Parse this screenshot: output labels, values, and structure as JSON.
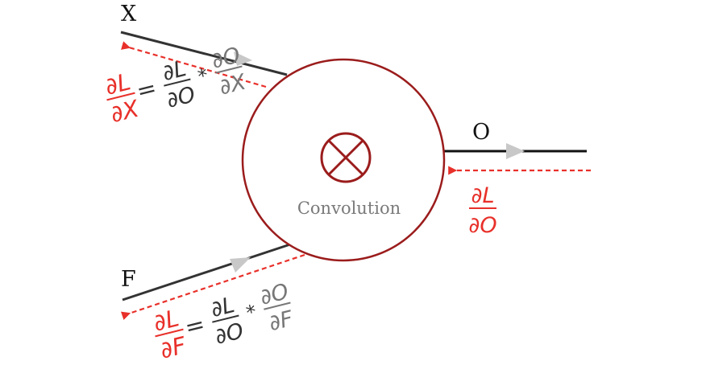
{
  "labels": {
    "input_x": "X",
    "input_f": "F",
    "output_o": "O"
  },
  "node": {
    "label": "Convolution",
    "operator": "⊗"
  },
  "gradients": {
    "output": {
      "num": "∂L",
      "den": "∂O"
    },
    "x": {
      "lhs": {
        "num": "∂L",
        "den": "∂X"
      },
      "equals": "=",
      "term1": {
        "num": "∂L",
        "den": "∂O"
      },
      "times": "*",
      "term2": {
        "num": "∂O",
        "den": "∂X"
      }
    },
    "f": {
      "lhs": {
        "num": "∂L",
        "den": "∂F"
      },
      "equals": "=",
      "term1": {
        "num": "∂L",
        "den": "∂O"
      },
      "times": "*",
      "term2": {
        "num": "∂O",
        "den": "∂F"
      }
    }
  },
  "colors": {
    "node_stroke": "#9b1c1c",
    "forward_line": "#333333",
    "forward_arrow": "#c8c8c8",
    "backward": "#e8302a"
  }
}
